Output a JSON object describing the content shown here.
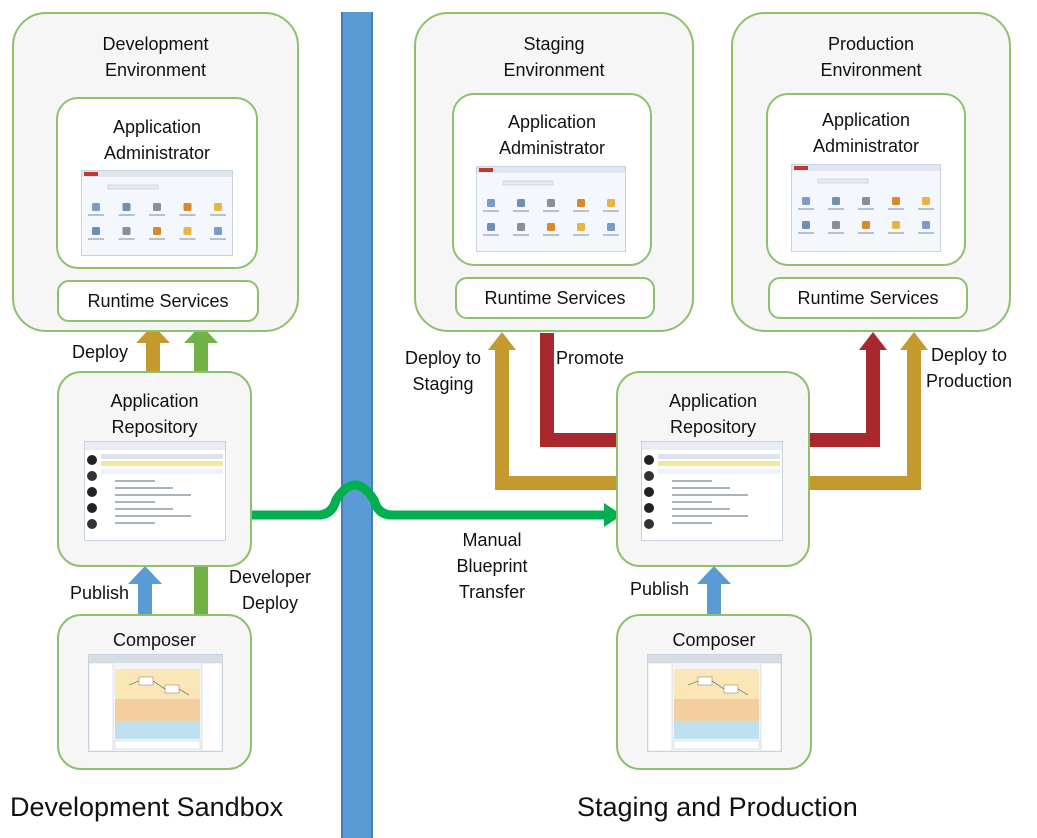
{
  "colors": {
    "box_border": "#8cc26c",
    "divider": "#5b9bd5",
    "deploy_gold": "#c49a2e",
    "deploy_green": "#72b048",
    "promote_red": "#a8282d",
    "publish_blue": "#5b9bd5",
    "manual_green": "#00b04f"
  },
  "zones": {
    "left": "Development Sandbox",
    "right": "Staging and Production"
  },
  "environments": {
    "dev": {
      "title": "Development\nEnvironment",
      "admin_title": "Application\nAdministrator",
      "runtime": "Runtime Services"
    },
    "staging": {
      "title": "Staging\nEnvironment",
      "admin_title": "Application\nAdministrator",
      "runtime": "Runtime Services"
    },
    "production": {
      "title": "Production\nEnvironment",
      "admin_title": "Application\nAdministrator",
      "runtime": "Runtime Services"
    }
  },
  "repositories": {
    "dev": {
      "title": "Application\nRepository"
    },
    "prod": {
      "title": "Application\nRepository"
    }
  },
  "composers": {
    "dev": {
      "title": "Composer"
    },
    "prod": {
      "title": "Composer"
    }
  },
  "flows": {
    "deploy": "Deploy",
    "publish_left": "Publish",
    "developer_deploy": "Developer\nDeploy",
    "manual_transfer": "Manual\nBlueprint\nTransfer",
    "deploy_to_staging": "Deploy to\nStaging",
    "promote": "Promote",
    "deploy_to_production": "Deploy to\nProduction",
    "publish_right": "Publish"
  }
}
